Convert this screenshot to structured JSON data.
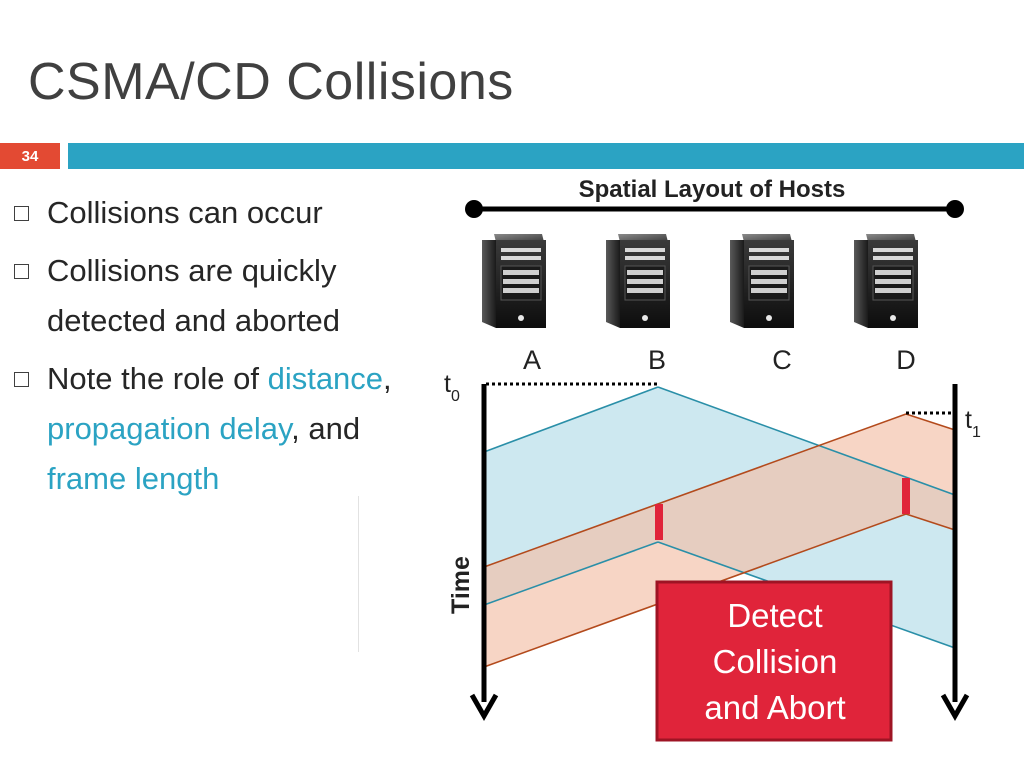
{
  "slide": {
    "title": "CSMA/CD Collisions",
    "number": "34"
  },
  "bullets": {
    "b1": "Collisions can occur",
    "b2": "Collisions are quickly detected and aborted",
    "b3": {
      "p1": "Note the role of ",
      "h1": "distance",
      "s1": ", ",
      "h2": "propagation delay",
      "s2": ", and ",
      "h3": "frame length"
    }
  },
  "diagram": {
    "layout_title": "Spatial Layout of Hosts",
    "hosts": [
      "A",
      "B",
      "C",
      "D"
    ],
    "t0": {
      "base": "t",
      "sub": "0"
    },
    "t1": {
      "base": "t",
      "sub": "1"
    },
    "time_label": "Time",
    "detect_box": {
      "l1": "Detect",
      "l2": "Collision",
      "l3": "and Abort"
    },
    "colors": {
      "accent": "#2ba3c3",
      "slide_number": "#e34a33",
      "frame_b": "#cde8f0",
      "frame_d": "#f6d5c4",
      "collision": "#e0243a",
      "detect_box": "#e0243a"
    }
  }
}
